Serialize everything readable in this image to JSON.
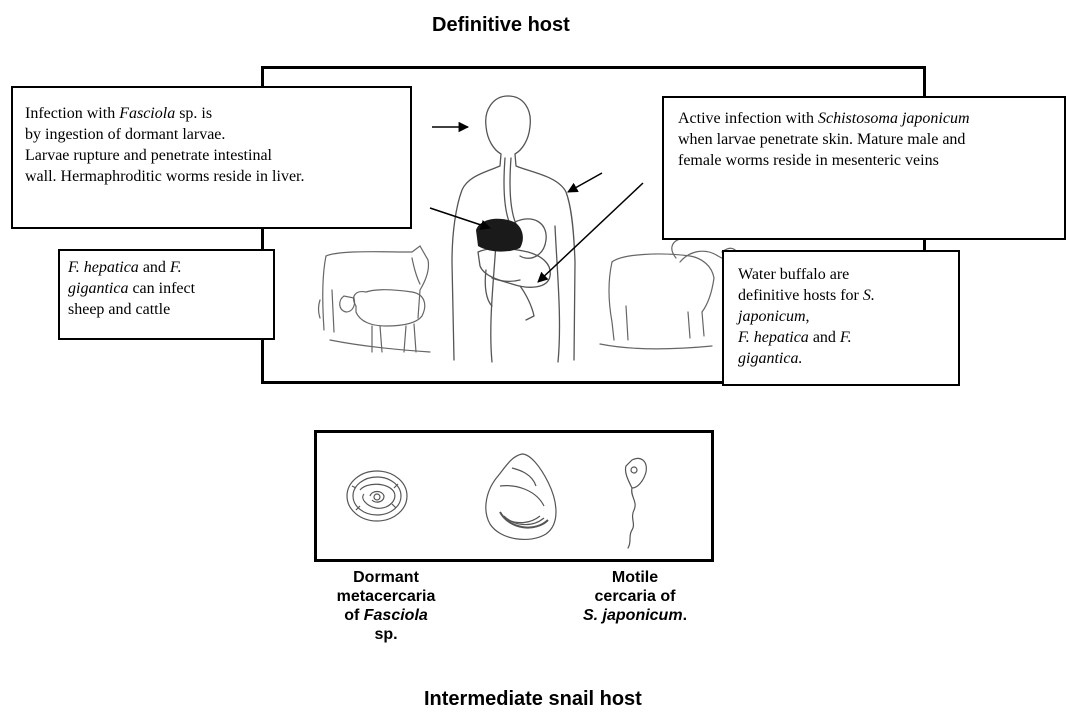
{
  "definitive_title": "Definitive host",
  "intermediate_title": "Intermediate snail host",
  "fasciola_box": {
    "line1_a": "Infection with ",
    "line1_italic": "Fasciola",
    "line1_b": " sp. is",
    "line2": "by ingestion of dormant larvae.",
    "line3": "Larvae rupture and penetrate intestinal",
    "line4": "wall. Hermaphroditic worms reside in liver."
  },
  "schisto_box": {
    "line1_a": "Active infection with ",
    "line1_italic": "Schistosoma japonicum",
    "line2": "when larvae penetrate skin. Mature male and",
    "line3": "female worms reside in mesenteric veins"
  },
  "sheep_box": {
    "line1_italic_a": "F. hepatica",
    "line1_b": " and ",
    "line1_italic_c": "F.",
    "line2_italic": "gigantica",
    "line2_b": " can infect",
    "line3": "sheep and cattle"
  },
  "buffalo_box": {
    "line1": "Water buffalo are",
    "line2_a": "definitive hosts for ",
    "line2_italic": "S.",
    "line3_italic": "japonicum",
    "line3_b": ",",
    "line4_italic_a": "F. hepatica",
    "line4_b": " and ",
    "line4_italic_c": "F.",
    "line5_italic": "gigantica."
  },
  "metacercaria_label": {
    "line1": "Dormant",
    "line2": "metacercaria",
    "line3_a": "of ",
    "line3_italic": "Fasciola",
    "line4": "sp."
  },
  "cercaria_label": {
    "line1": "Motile",
    "line2": "cercaria of",
    "line3_italic": "S. japonicum",
    "line3_b": "."
  },
  "colors": {
    "ink": "#000000",
    "sketch": "#555555",
    "liver": "#1a1a1a"
  }
}
